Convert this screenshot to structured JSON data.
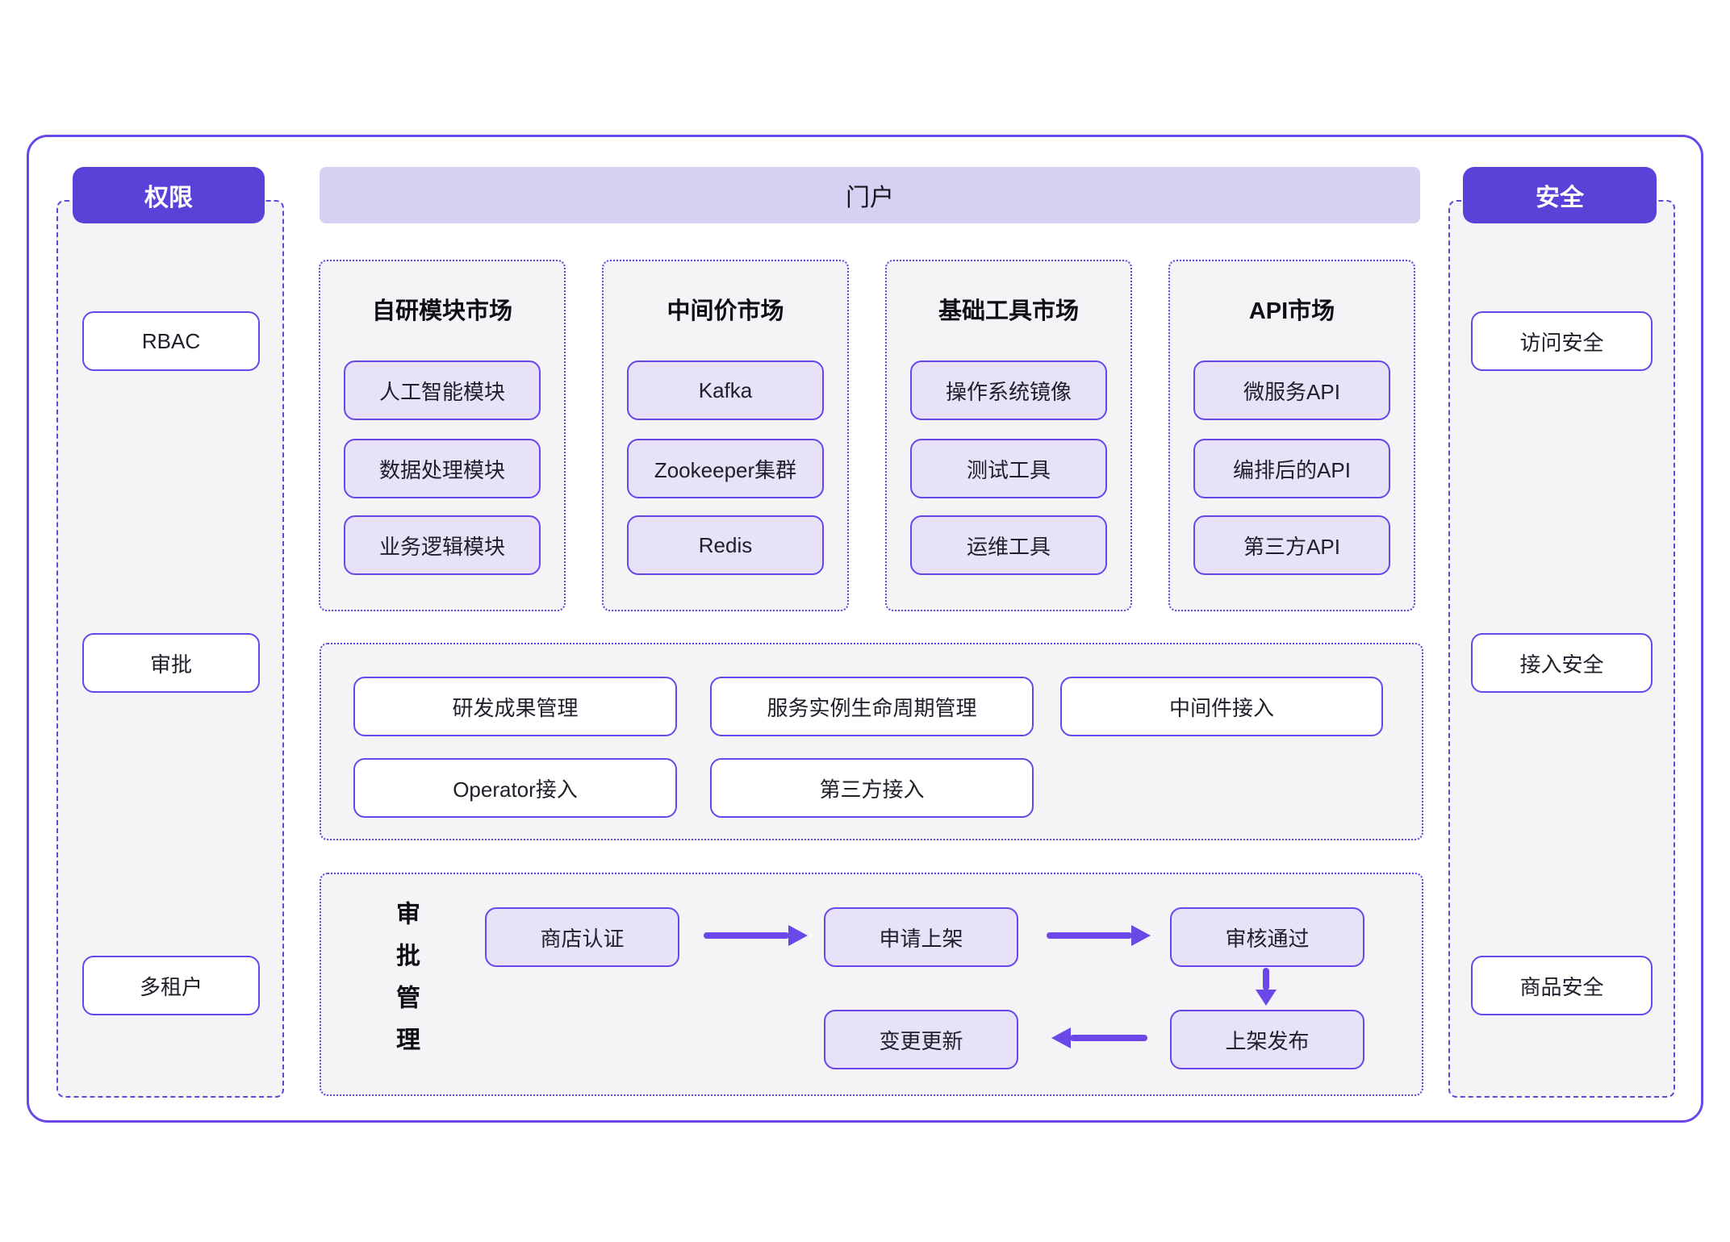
{
  "left_panel": {
    "header": "权限",
    "items": [
      "RBAC",
      "审批",
      "多租户"
    ]
  },
  "portal": {
    "header": "门户",
    "markets": [
      {
        "title": "自研模块市场",
        "items": [
          "人工智能模块",
          "数据处理模块",
          "业务逻辑模块"
        ]
      },
      {
        "title": "中间价市场",
        "items": [
          "Kafka",
          "Zookeeper集群",
          "Redis"
        ]
      },
      {
        "title": "基础工具市场",
        "items": [
          "操作系统镜像",
          "测试工具",
          "运维工具"
        ]
      },
      {
        "title": "API市场",
        "items": [
          "微服务API",
          "编排后的API",
          "第三方API"
        ]
      }
    ],
    "management": {
      "row1": [
        "研发成果管理",
        "服务实例生命周期管理",
        "中间件接入"
      ],
      "row2": [
        "Operator接入",
        "第三方接入"
      ]
    },
    "approval": {
      "label": "审批管理",
      "steps": [
        "商店认证",
        "申请上架",
        "审核通过",
        "上架发布",
        "变更更新"
      ]
    }
  },
  "right_panel": {
    "header": "安全",
    "items": [
      "访问安全",
      "接入安全",
      "商品安全"
    ]
  },
  "colors": {
    "header_purple": "#5a42d9",
    "portal_bar": "#d8d0f3",
    "box_border": "#6946ea",
    "box_fill_lavender": "#e7e2f8",
    "arrow": "#6a48e8",
    "region_background": "#f4f4f7"
  }
}
